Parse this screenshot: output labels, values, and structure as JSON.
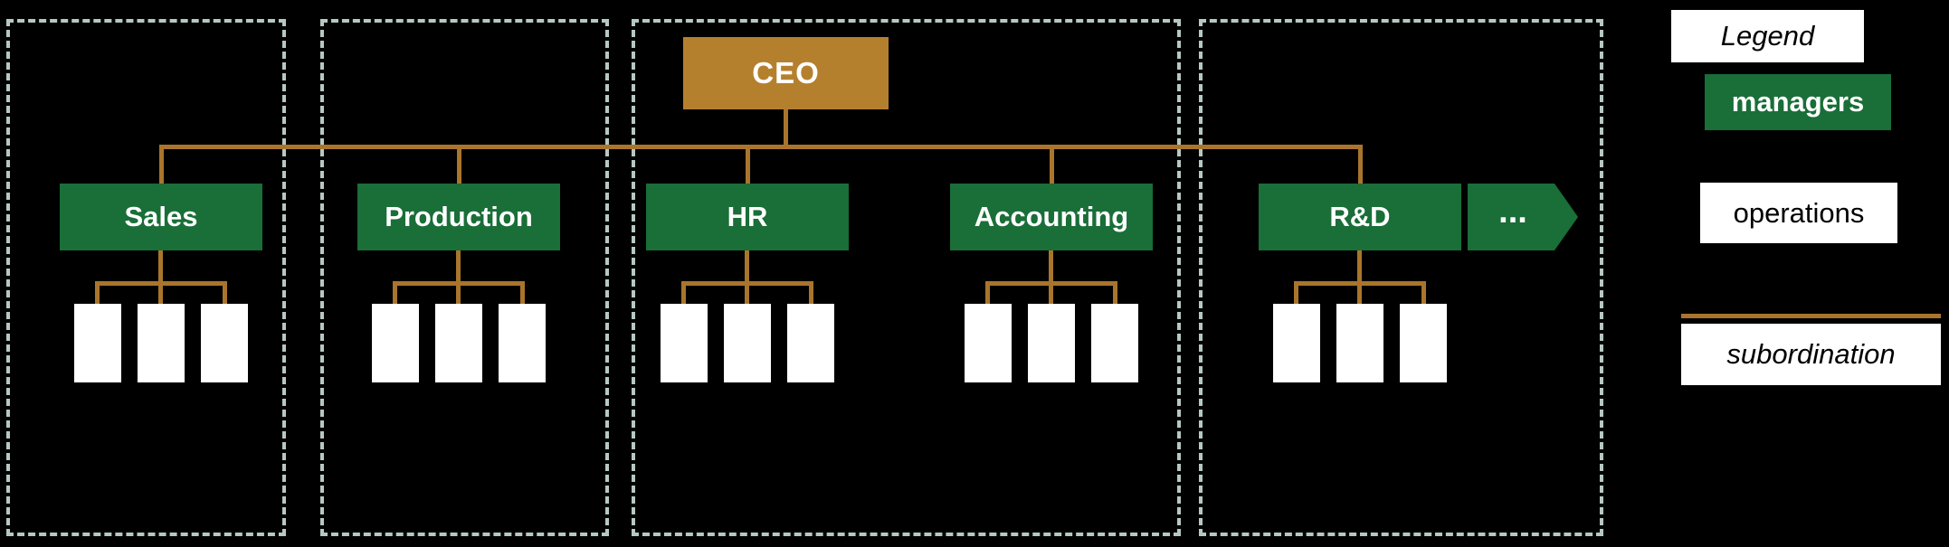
{
  "colors": {
    "background": "#000000",
    "manager_green": "#1a6e38",
    "ceo_brown": "#b5802e",
    "line_brown": "#a9752c",
    "dashed_border": "#b6c8c2",
    "operations_white": "#ffffff"
  },
  "org_chart": {
    "ceo_label": "CEO",
    "departments": [
      {
        "label": "Sales",
        "operations_count": 3
      },
      {
        "label": "Production",
        "operations_count": 3
      },
      {
        "label": "HR",
        "operations_count": 3
      },
      {
        "label": "Accounting",
        "operations_count": 3
      },
      {
        "label": "R&D",
        "operations_count": 3
      }
    ],
    "more_label": "...",
    "group_count": 4
  },
  "legend": {
    "title": "Legend",
    "managers_label": "managers",
    "operations_label": "operations",
    "subordination_label": "subordination"
  }
}
